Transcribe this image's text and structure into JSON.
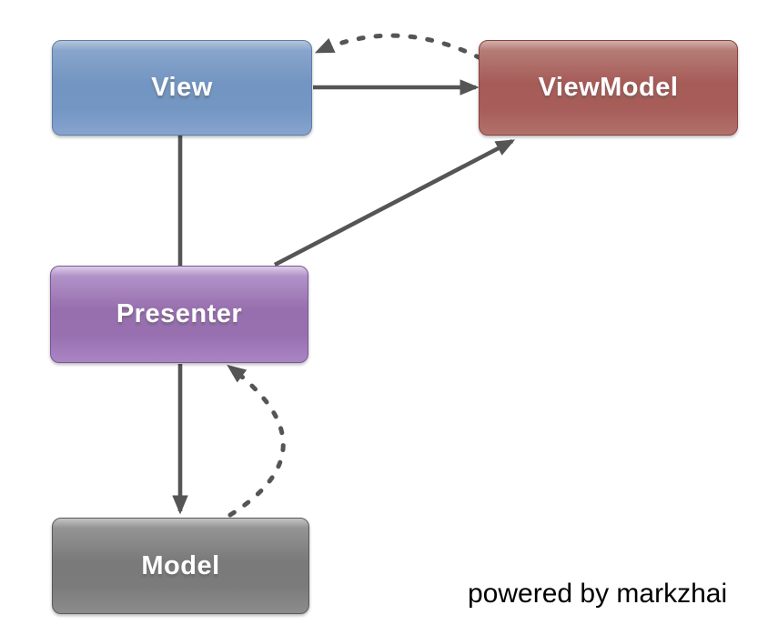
{
  "diagram": {
    "background": "#ffffff",
    "edge_color": "#555555",
    "credit": "powered by markzhai",
    "nodes": [
      {
        "id": "view",
        "label": "View",
        "fill": "#7295c1",
        "border": "#5a7fa9"
      },
      {
        "id": "viewmodel",
        "label": "ViewModel",
        "fill": "#a65b57",
        "border": "#8a423f"
      },
      {
        "id": "presenter",
        "label": "Presenter",
        "fill": "#976fae",
        "border": "#7b5693"
      },
      {
        "id": "model",
        "label": "Model",
        "fill": "#7a7a7a",
        "border": "#5a5a5a"
      }
    ],
    "edges": [
      {
        "from": "view",
        "to": "viewmodel",
        "style": "solid",
        "arrow": "end"
      },
      {
        "from": "viewmodel",
        "to": "view",
        "style": "dashed",
        "arrow": "end"
      },
      {
        "from": "view",
        "to": "presenter",
        "style": "solid",
        "arrow": "none"
      },
      {
        "from": "presenter",
        "to": "viewmodel",
        "style": "solid",
        "arrow": "end"
      },
      {
        "from": "presenter",
        "to": "model",
        "style": "solid",
        "arrow": "end"
      },
      {
        "from": "model",
        "to": "presenter",
        "style": "dashed",
        "arrow": "end"
      }
    ]
  }
}
